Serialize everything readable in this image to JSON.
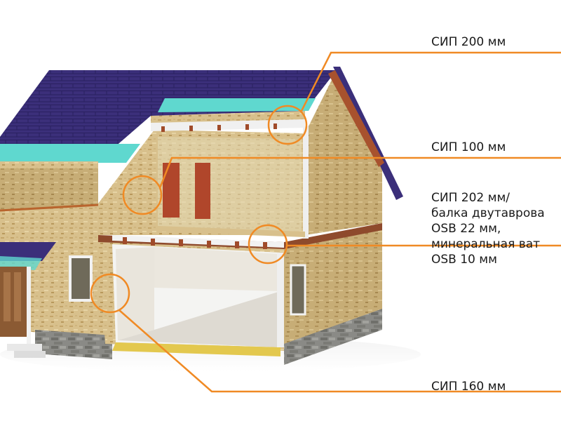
{
  "labels": {
    "sip_200": "СИП 200 мм",
    "sip_100": "СИП 100 мм",
    "sip_202": [
      "СИП 202 мм/",
      "балка двутаврова",
      "OSB 22 мм,",
      "минеральная ват",
      "OSB 10 мм"
    ],
    "sip_160": "СИП 160 мм"
  },
  "colors": {
    "accent": "#f08a24",
    "roof": "#3b2f7a",
    "membrane": "#5fd8cf",
    "panel": "#d9c28f",
    "trim": "#a8522e",
    "stone": "#8a8a86"
  }
}
